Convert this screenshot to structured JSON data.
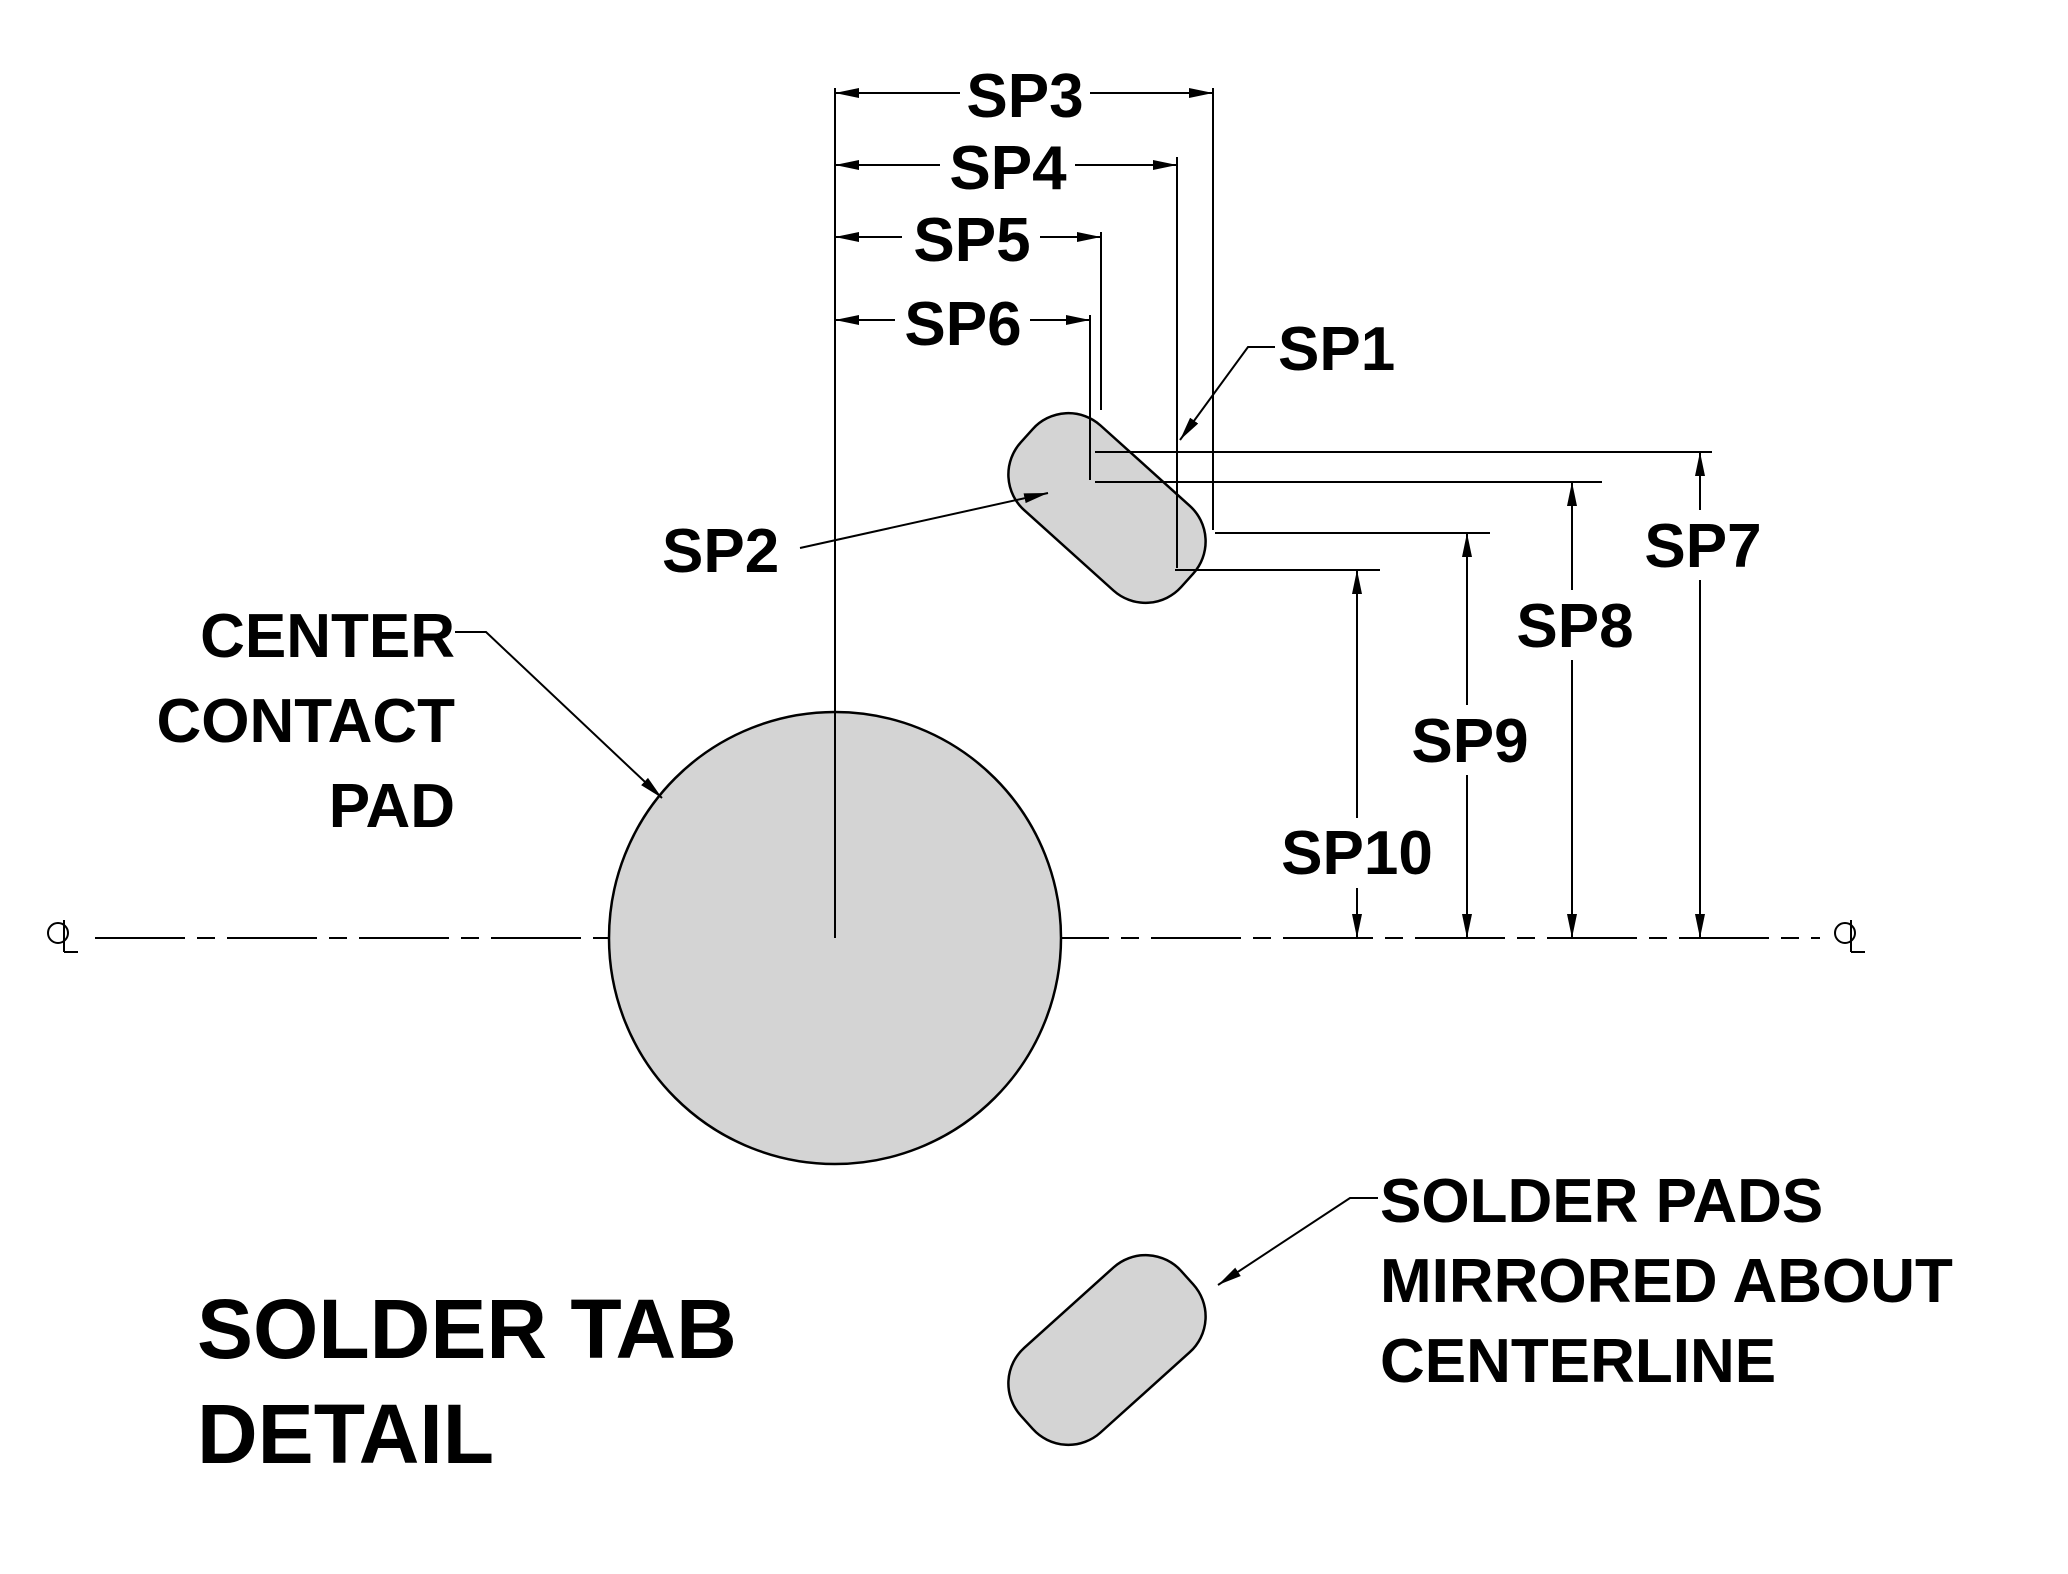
{
  "dimensions": {
    "sp1": "SP1",
    "sp2": "SP2",
    "sp3": "SP3",
    "sp4": "SP4",
    "sp5": "SP5",
    "sp6": "SP6",
    "sp7": "SP7",
    "sp8": "SP8",
    "sp9": "SP9",
    "sp10": "SP10"
  },
  "center_pad_note": [
    "CENTER",
    "CONTACT",
    "PAD"
  ],
  "mirror_note": [
    "SOLDER PADS",
    "MIRRORED ABOUT",
    "CENTERLINE"
  ],
  "title": [
    "SOLDER TAB",
    "DETAIL"
  ],
  "colors": {
    "pad_fill": "#d4d4d4",
    "line": "#000000",
    "background": "#ffffff"
  }
}
